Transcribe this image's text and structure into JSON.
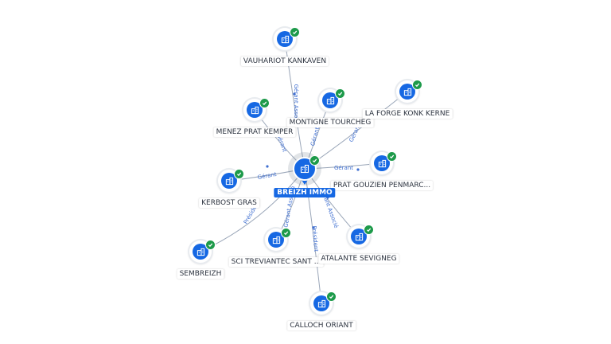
{
  "center": {
    "label": "BREIZH IMMO",
    "icon": "company-building-icon"
  },
  "icons": {
    "node": "company-building-icon",
    "badge": "verified-check-icon"
  },
  "colors": {
    "primary": "#1668e3",
    "verified": "#1d9a4a",
    "edge": "#9aa6b8",
    "edge_label": "#3f6fd1"
  },
  "nodes": [
    {
      "id": "vauhariot",
      "label": "VAUHARIOT KANKAVEN",
      "relation": "Gérant Associé"
    },
    {
      "id": "montigne",
      "label": "MONTIGNE TOURCHEG",
      "relation": "Gérant"
    },
    {
      "id": "laforge",
      "label": "LA FORGE KONK KERNE",
      "relation": "Gérant"
    },
    {
      "id": "menez",
      "label": "MENEZ PRAT KEMPER",
      "relation": "Gérant"
    },
    {
      "id": "prat",
      "label": "PRAT GOUZIEN PENMARC...",
      "relation": "Gérant"
    },
    {
      "id": "kerbost",
      "label": "KERBOST GRAS",
      "relation": "Gérant"
    },
    {
      "id": "sembreizh",
      "label": "SEMBREIZH",
      "relation": "Préside..."
    },
    {
      "id": "sci",
      "label": "SCI TREVIANTEC SANT ...",
      "relation": "Gérant Associé"
    },
    {
      "id": "atalante",
      "label": "ATALANTE SEVIGNEG",
      "relation": "Gérant Associé"
    },
    {
      "id": "calloch",
      "label": "CALLOCH ORIANT",
      "relation": "Président"
    }
  ]
}
